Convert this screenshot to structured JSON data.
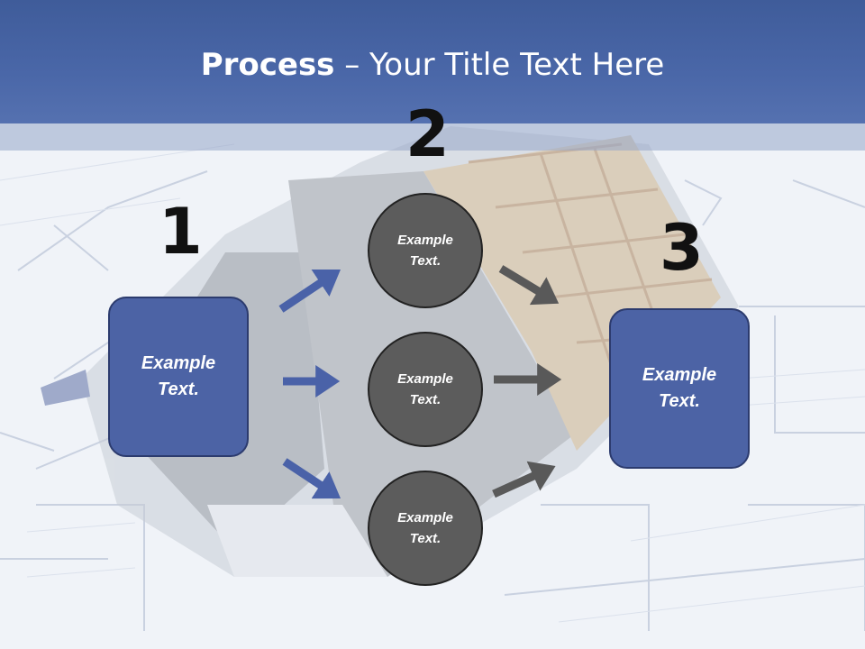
{
  "slide": {
    "title_bold": "Process",
    "title_rest": " – Your Title Text Here",
    "steps": {
      "n1": "1",
      "n2": "2",
      "n3": "3"
    },
    "left_box": "Example Text.",
    "right_box": "Example Text.",
    "circles": [
      "Example Text.",
      "Example Text.",
      "Example Text."
    ]
  },
  "colors": {
    "header": "#4a67a8",
    "box_fill": "#4c63a5",
    "circle_fill": "#5c5c5c",
    "arrow_blue": "#4a62a8",
    "arrow_gray": "#595959"
  }
}
